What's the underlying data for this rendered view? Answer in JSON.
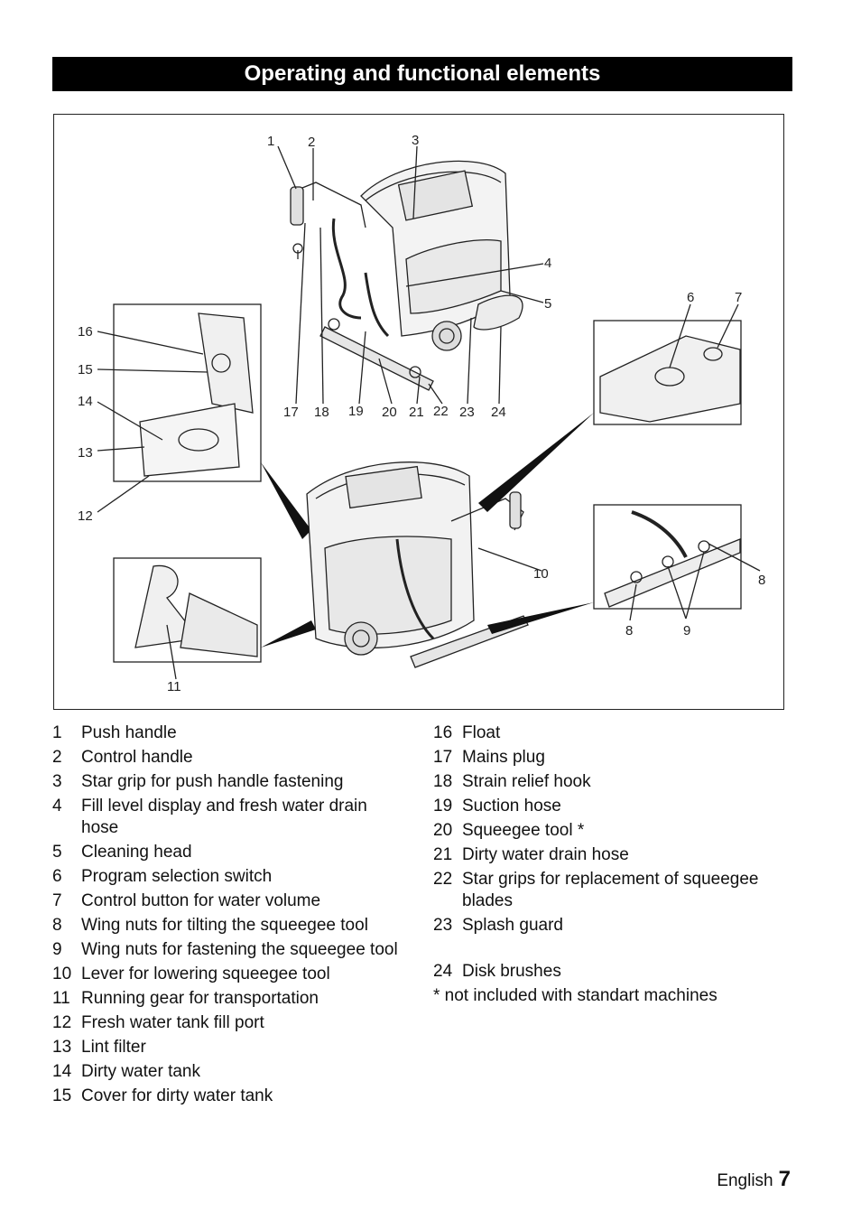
{
  "page": {
    "title": "Operating and functional elements",
    "footer_language": "English",
    "page_number": "7"
  },
  "figure": {
    "callouts": {
      "c1": "1",
      "c2": "2",
      "c3": "3",
      "c4": "4",
      "c5": "5",
      "c6": "6",
      "c7": "7",
      "c8a": "8",
      "c8b": "8",
      "c9": "9",
      "c10": "10",
      "c11": "11",
      "c12": "12",
      "c13": "13",
      "c14": "14",
      "c15": "15",
      "c16": "16",
      "c17": "17",
      "c18": "18",
      "c19": "19",
      "c20": "20",
      "c21": "21",
      "c22": "22",
      "c23": "23",
      "c24": "24"
    }
  },
  "items_left": [
    {
      "num": "1",
      "text": "Push handle"
    },
    {
      "num": "2",
      "text": "Control handle"
    },
    {
      "num": "3",
      "text": "Star grip for push handle fastening"
    },
    {
      "num": "4",
      "text": "Fill level display and fresh water drain hose"
    },
    {
      "num": "5",
      "text": "Cleaning head"
    },
    {
      "num": "6",
      "text": "Program selection switch"
    },
    {
      "num": "7",
      "text": "Control button for water volume"
    },
    {
      "num": "8",
      "text": "Wing nuts for tilting the squeegee tool"
    },
    {
      "num": "9",
      "text": "Wing nuts for fastening the squeegee tool"
    },
    {
      "num": "10",
      "text": "Lever for lowering squeegee tool"
    },
    {
      "num": "11",
      "text": "Running gear for transportation"
    },
    {
      "num": "12",
      "text": "Fresh water tank fill port"
    },
    {
      "num": "13",
      "text": "Lint filter"
    },
    {
      "num": "14",
      "text": "Dirty water tank"
    },
    {
      "num": "15",
      "text": "Cover for dirty water tank"
    }
  ],
  "items_right": [
    {
      "num": "16",
      "text": "Float"
    },
    {
      "num": "17",
      "text": "Mains plug"
    },
    {
      "num": "18",
      "text": "Strain relief hook"
    },
    {
      "num": "19",
      "text": "Suction hose"
    },
    {
      "num": "20",
      "text": "Squeegee tool *"
    },
    {
      "num": "21",
      "text": "Dirty water drain hose"
    },
    {
      "num": "22",
      "text": "Star grips for replacement of squeegee blades"
    },
    {
      "num": "23",
      "text": "Splash guard"
    },
    {
      "num": "24",
      "text": "Disk brushes"
    }
  ],
  "footnote": "* not included with standart machines"
}
